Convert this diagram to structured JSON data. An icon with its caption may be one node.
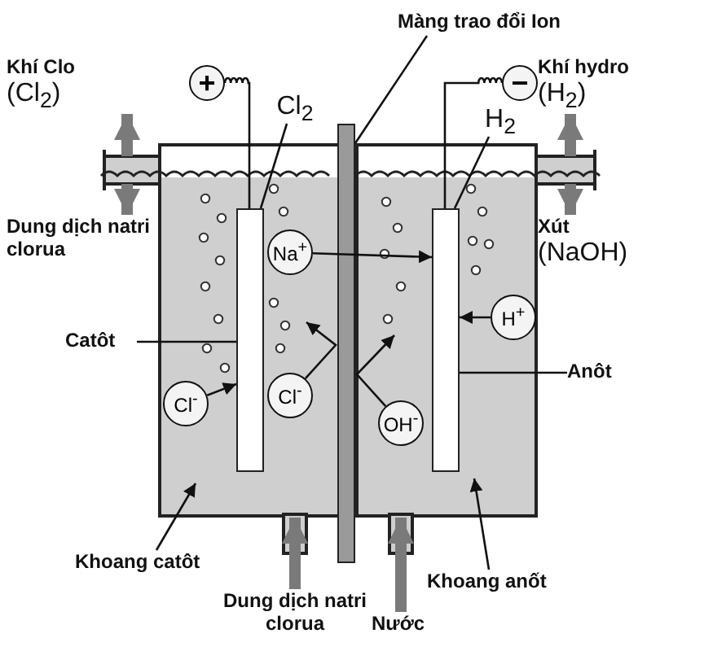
{
  "diagram": {
    "nodes": [
      {
        "text": [
          "Màng trao đổi Ion"
        ]
      },
      {
        "text": [
          "Khí Clo",
          "(Cl$_{2}$)"
        ]
      },
      {
        "text": [
          "Khí hydro",
          "(H$_{2}$)"
        ]
      },
      {
        "text": [
          "Dung dịch natri clorua"
        ]
      },
      {
        "text": [
          "Xút",
          "(NaOH)"
        ]
      },
      {
        "text": [],
        "shape": "box"
      },
      {
        "text": [],
        "shape": "bar"
      },
      {
        "text": [],
        "shape": "box"
      },
      {
        "text": [
          "+"
        ]
      },
      {
        "text": [
          "−"
        ]
      },
      {
        "text": [],
        "shape": "bar",
        "in": 5
      },
      {
        "text": [],
        "shape": "bar",
        "in": 7
      },
      {
        "text": [
          "Cl$_{2}$"
        ]
      },
      {
        "text": [
          "H$_{2}$"
        ]
      },
      {
        "text": [
          "Na$^{+}$"
        ],
        "in": 5
      },
      {
        "text": [
          "H$^{+}$"
        ],
        "in": 7
      },
      {
        "text": [
          "Cl$^{-}$"
        ],
        "in": 5
      },
      {
        "text": [
          "Cl$^{-}$"
        ],
        "in": 5
      },
      {
        "text": [
          "OH$^{-}$"
        ],
        "in": 7
      },
      {
        "text": [
          "Catôt"
        ]
      },
      {
        "text": [
          "Anôt"
        ]
      },
      {
        "text": [
          "Khoang catôt"
        ]
      },
      {
        "text": [
          "Khoang anốt"
        ]
      },
      {
        "text": [
          "Dung dịch natri clorua"
        ]
      },
      {
        "text": [
          "Nước"
        ]
      }
    ],
    "edges": [
      {
        "from": 0,
        "to": 6,
        "arrow": "none"
      },
      {
        "from": null,
        "to": 1,
        "arrow": "to",
        "style": "thick",
        "color": "#7a7a7a"
      },
      {
        "from": null,
        "to": 2,
        "arrow": "to",
        "style": "thick",
        "color": "#7a7a7a"
      },
      {
        "from": null,
        "to": 3,
        "arrow": "to",
        "style": "thick",
        "color": "#7a7a7a"
      },
      {
        "from": null,
        "to": 4,
        "arrow": "to",
        "style": "thick",
        "color": "#7a7a7a"
      },
      {
        "from": 8,
        "to": 10,
        "arrow": "none"
      },
      {
        "from": 9,
        "to": 11,
        "arrow": "none"
      },
      {
        "from": 12,
        "to": 10,
        "arrow": "none"
      },
      {
        "from": 13,
        "to": 11,
        "arrow": "none"
      },
      {
        "from": 14,
        "to": 11,
        "arrow": "to"
      },
      {
        "from": 15,
        "to": 11,
        "arrow": "to"
      },
      {
        "from": 16,
        "to": 10,
        "arrow": "to"
      },
      {
        "from": 17,
        "to": 5,
        "arrow": "to"
      },
      {
        "from": 18,
        "to": 7,
        "arrow": "to"
      },
      {
        "from": 19,
        "to": 10,
        "arrow": "none"
      },
      {
        "from": 20,
        "to": 11,
        "arrow": "none"
      },
      {
        "from": 21,
        "to": 5,
        "arrow": "to"
      },
      {
        "from": 22,
        "to": 7,
        "arrow": "to"
      },
      {
        "from": 23,
        "to": 5,
        "arrow": "to",
        "style": "thick",
        "color": "#7a7a7a"
      },
      {
        "from": 24,
        "to": 7,
        "arrow": "to",
        "style": "thick",
        "color": "#7a7a7a"
      }
    ]
  }
}
